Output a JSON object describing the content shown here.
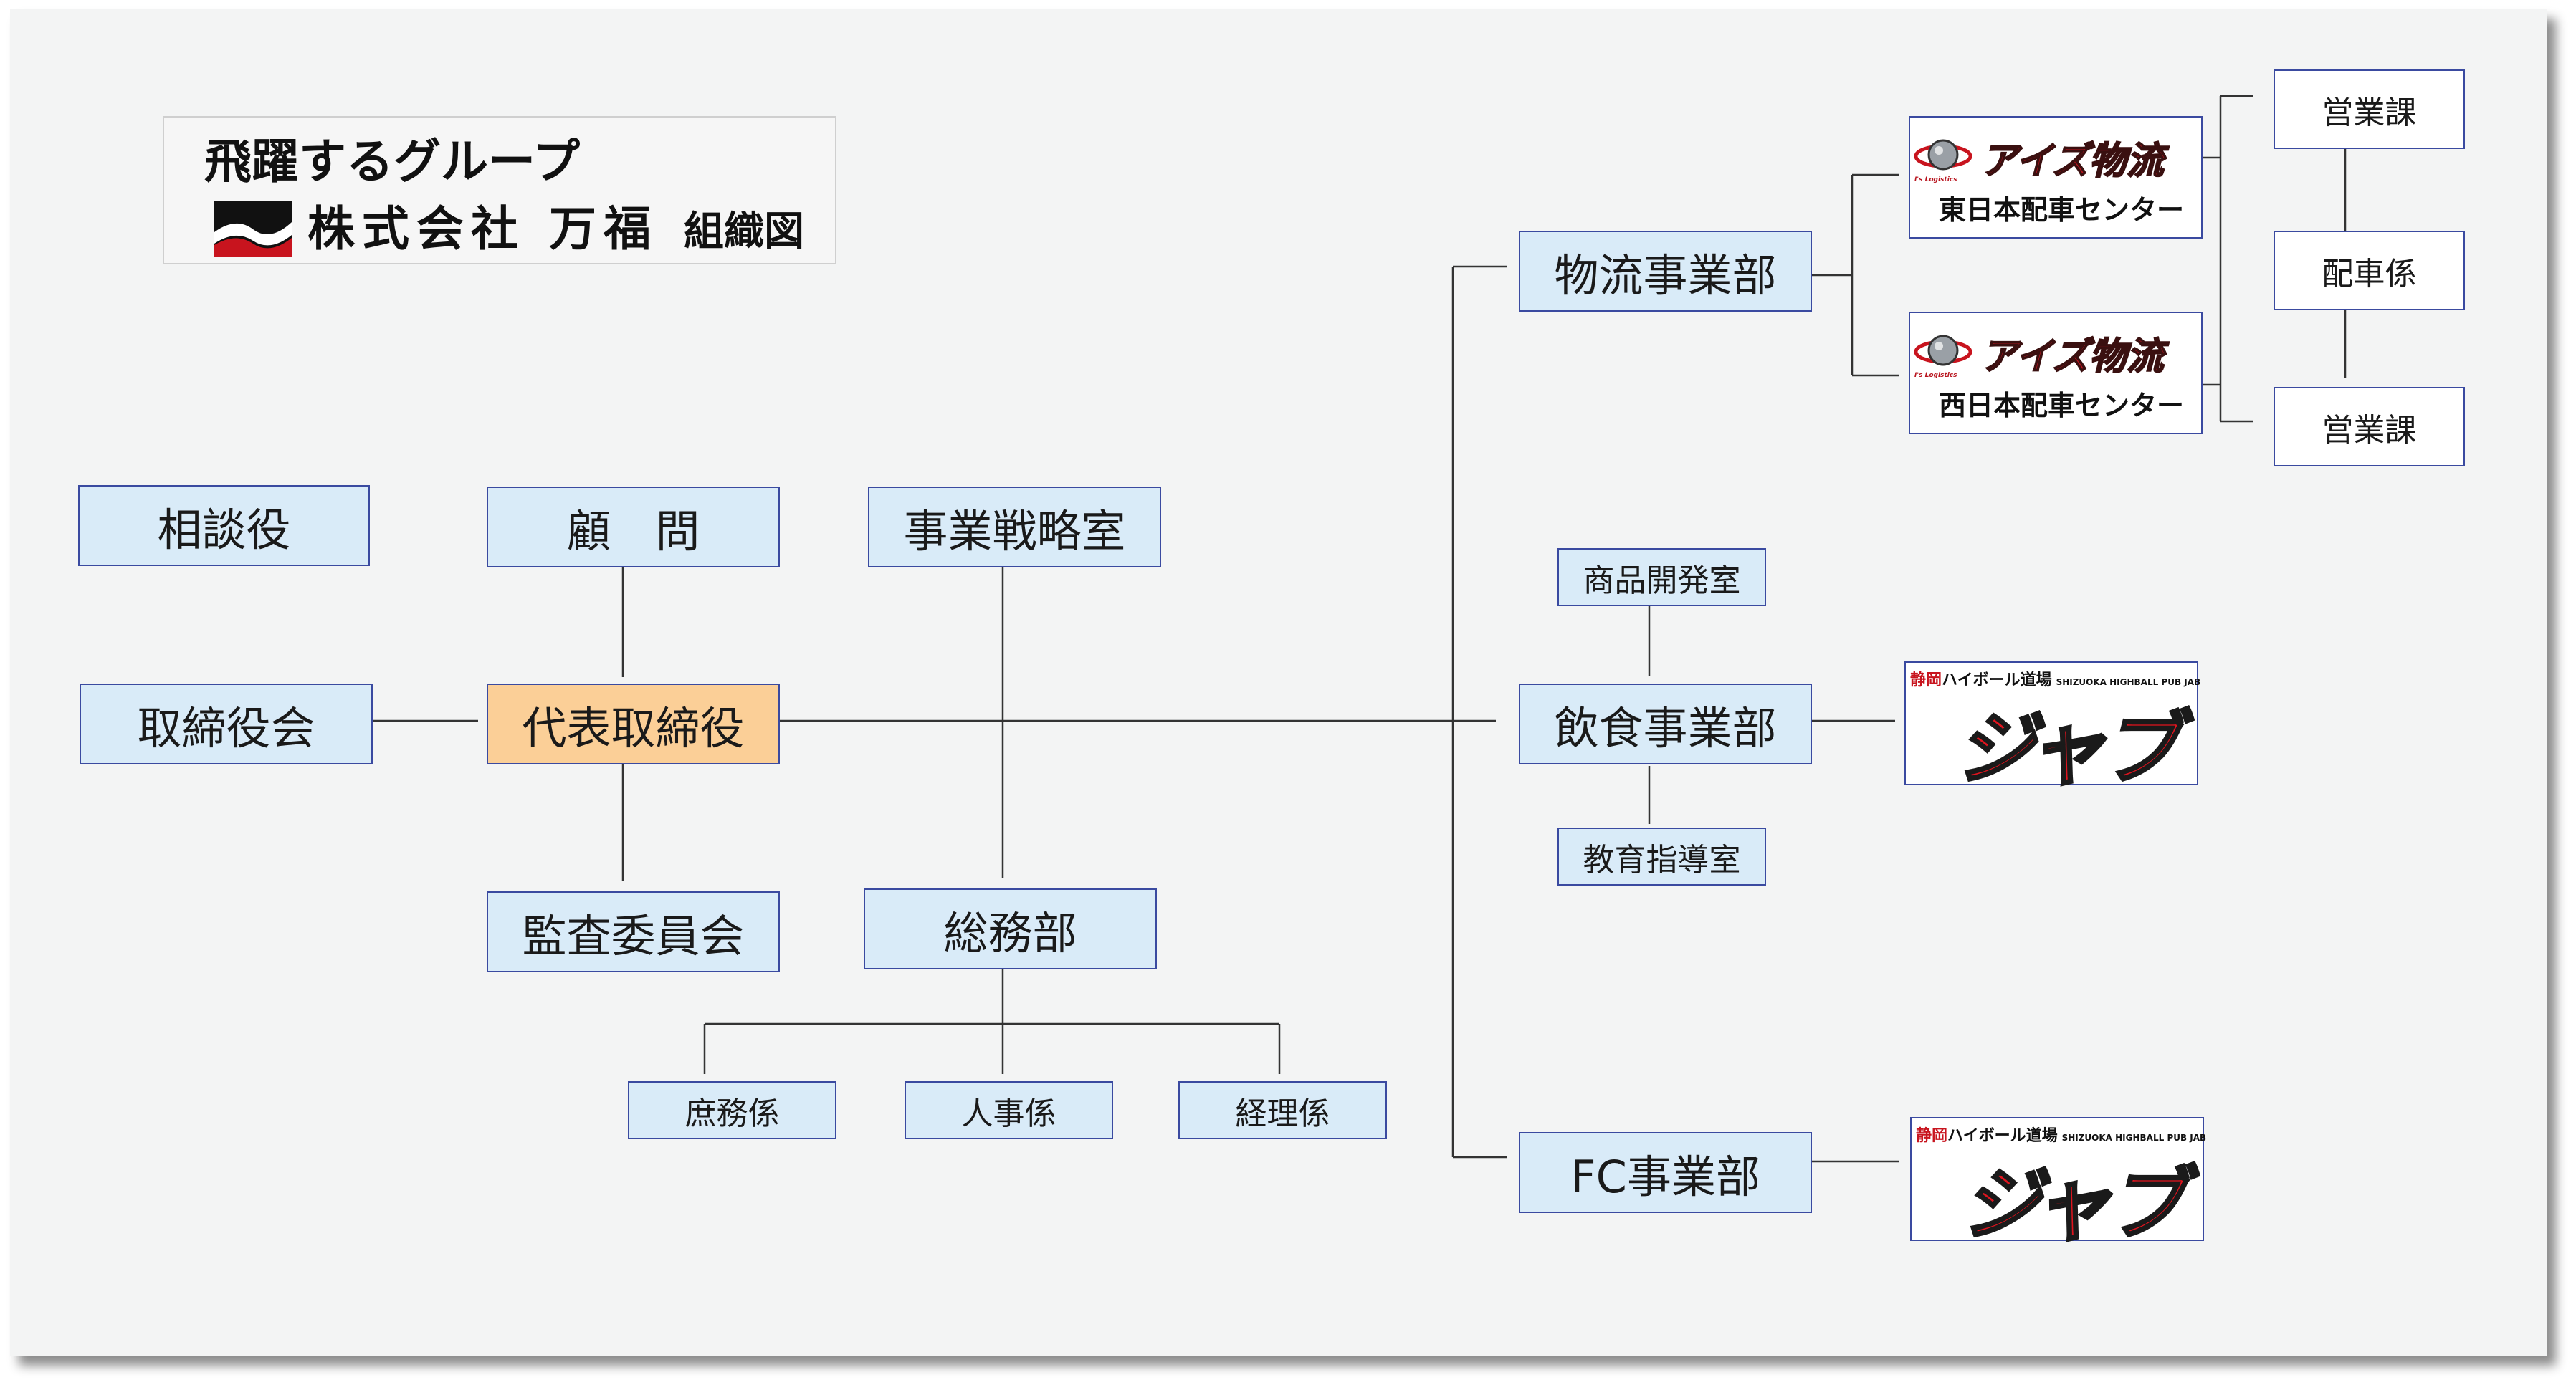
{
  "header": {
    "group_name": "飛躍するグループ",
    "company_name": "株式会社 万福",
    "chart_title": "組織図"
  },
  "nodes": {
    "soudanyaku": "相談役",
    "komon": "顧　問",
    "jigyo_senryaku": "事業戦略室",
    "torishimariyakukai": "取締役会",
    "daihyo": "代表取締役",
    "kansa": "監査委員会",
    "somu": "総務部",
    "shomu": "庶務係",
    "jinji": "人事係",
    "keiri": "経理係",
    "butsuryu": "物流事業部",
    "inshoku": "飲食事業部",
    "shohin": "商品開発室",
    "kyoiku": "教育指導室",
    "fc": "FC事業部",
    "eigyo1": "営業課",
    "haisha": "配車係",
    "eigyo2": "営業課"
  },
  "logistics": {
    "brand": "アイズ物流",
    "brand_sub": "I's Logistics",
    "east_center": "東日本配車センター",
    "west_center": "西日本配車センター"
  },
  "restaurant": {
    "prefix_red": "静岡",
    "prefix": "ハイボール道場",
    "english": "SHIZUOKA HIGHBALL PUB JAB",
    "name": "ジャブ"
  },
  "colors": {
    "box_fill": "#d9ebf8",
    "box_border": "#3a4aa0",
    "ceo_fill": "#fbcf97",
    "line": "#333333",
    "brand_red": "#c8141e"
  }
}
